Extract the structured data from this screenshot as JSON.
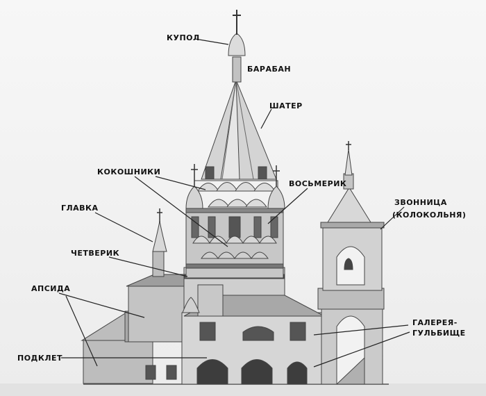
{
  "labels": {
    "kupol": "КУПОЛ",
    "baraban": "БАРАБАН",
    "shater": "ШАТЕР",
    "kokoshniki": "КОКОШНИКИ",
    "vosmerik": "ВОСЬМЕРИК",
    "glavka": "ГЛАВКА",
    "zvonnitsa_1": "ЗВОННИЦА",
    "zvonnitsa_2": "(КОЛОКОЛЬНЯ)",
    "chetverik": "ЧЕТВЕРИК",
    "apsida": "АПСИДА",
    "galereya_1": "ГАЛЕРЕЯ-",
    "galereya_2": "ГУЛЬБИЩЕ",
    "podklet": "ПОДКЛЕТ"
  }
}
